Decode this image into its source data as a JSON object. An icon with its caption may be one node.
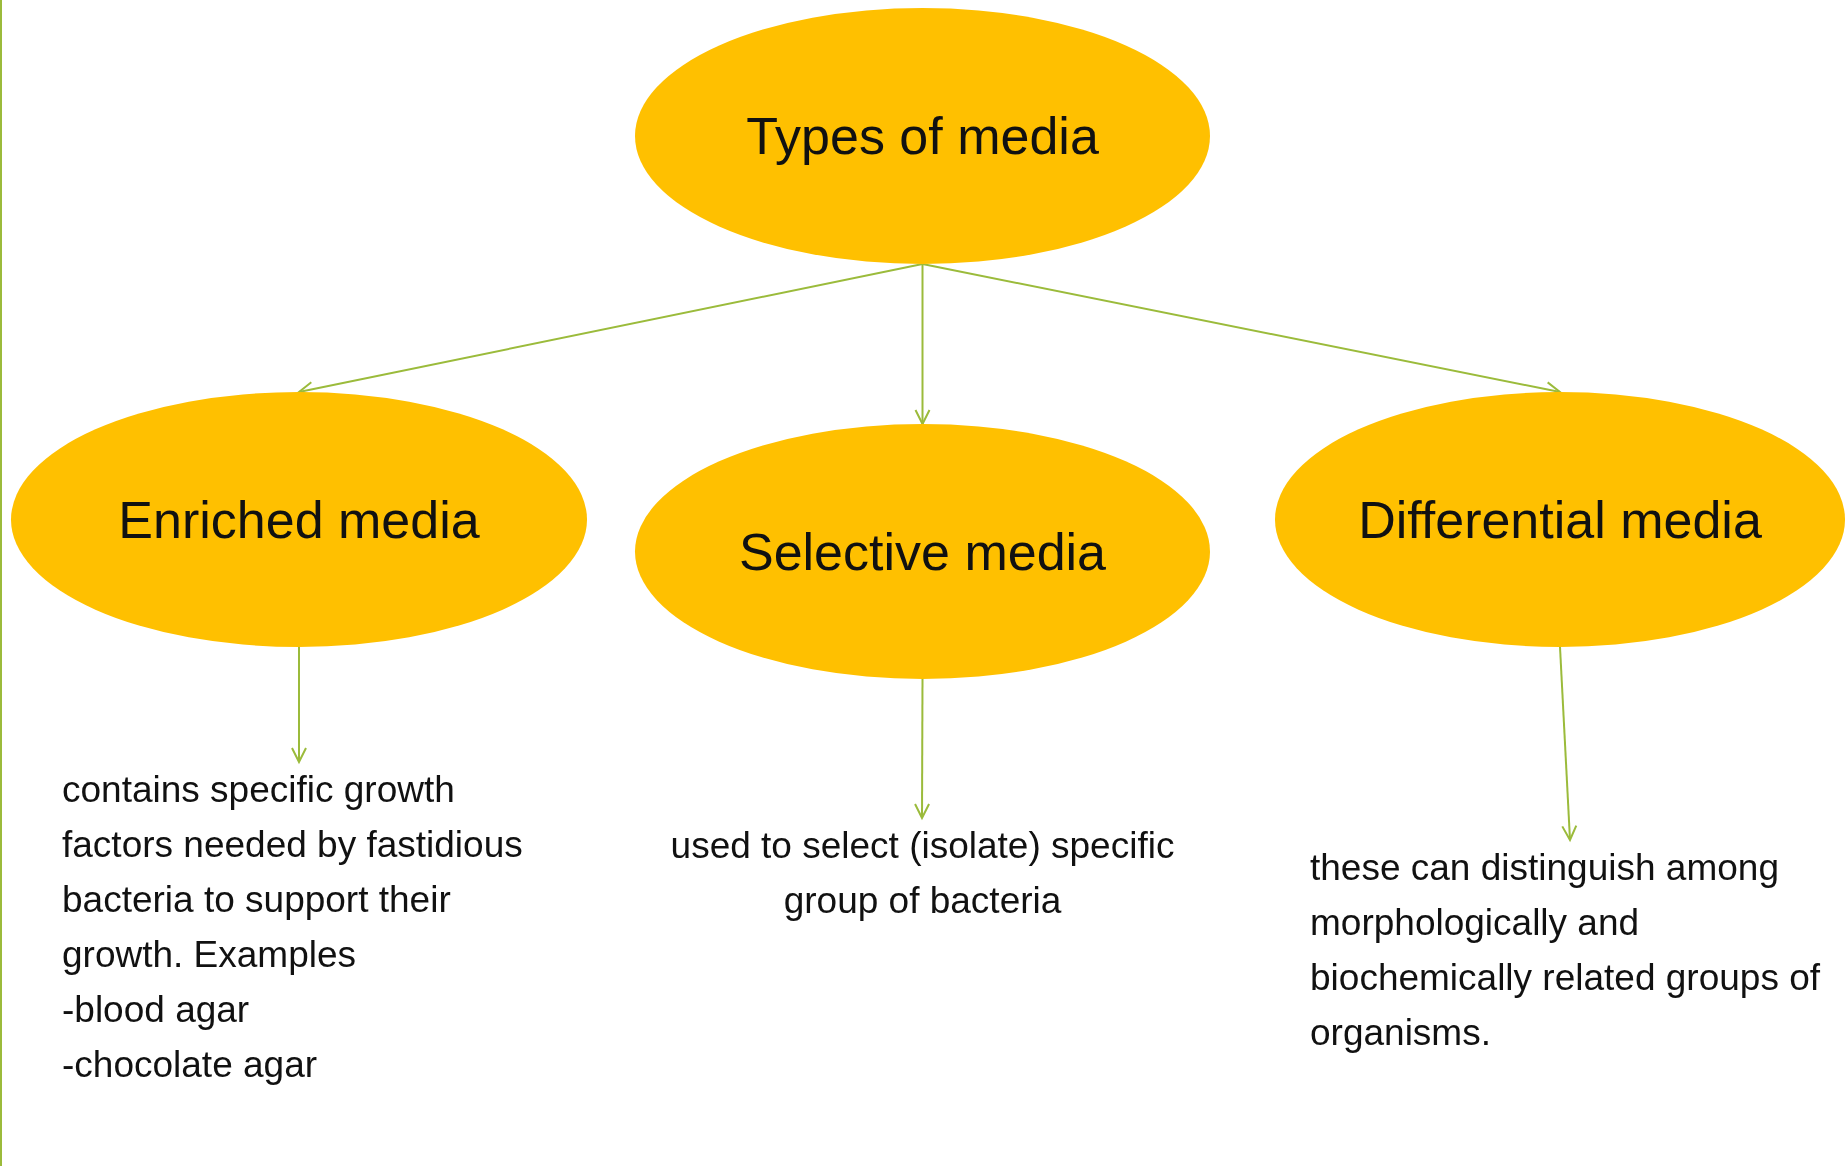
{
  "diagram": {
    "nodes": [
      {
        "text": [
          "Types of media"
        ]
      },
      {
        "text": [
          "Enriched media"
        ]
      },
      {
        "text": [
          "Selective media"
        ]
      },
      {
        "text": [
          "Differential media"
        ]
      },
      {
        "text": [
          "contains specific growth factors needed by fastidious bacteria to  support their growth. Examples",
          "-blood agar",
          "-chocolate agar"
        ]
      },
      {
        "text": [
          "used to select (isolate) specific group of bacteria"
        ]
      },
      {
        "text": [
          "these can distinguish among morphologically and biochemically related groups of organisms."
        ]
      }
    ],
    "edges": [
      {
        "from": 0,
        "to": 1,
        "arrow": "to"
      },
      {
        "from": 0,
        "to": 2,
        "arrow": "to"
      },
      {
        "from": 0,
        "to": 3,
        "arrow": "to"
      },
      {
        "from": 1,
        "to": 4,
        "arrow": "to"
      },
      {
        "from": 2,
        "to": 5,
        "arrow": "to"
      },
      {
        "from": 3,
        "to": 6,
        "arrow": "to"
      }
    ]
  }
}
